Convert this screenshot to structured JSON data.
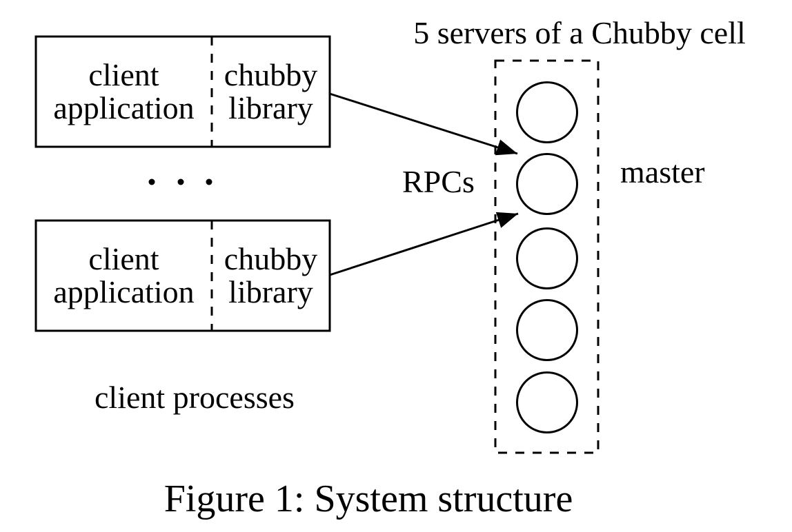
{
  "colors": {
    "ink": "#000000",
    "background": "#ffffff"
  },
  "title": "5 servers of a Chubby cell",
  "caption": "Figure 1: System structure",
  "labels": {
    "rpcs": "RPCs",
    "master": "master",
    "client_processes": "client processes"
  },
  "client_boxes": [
    {
      "app": "client\napplication",
      "lib": "chubby\nlibrary"
    },
    {
      "app": "client\napplication",
      "lib": "chubby\nlibrary"
    }
  ],
  "chubby_cell": {
    "server_count": 5
  }
}
